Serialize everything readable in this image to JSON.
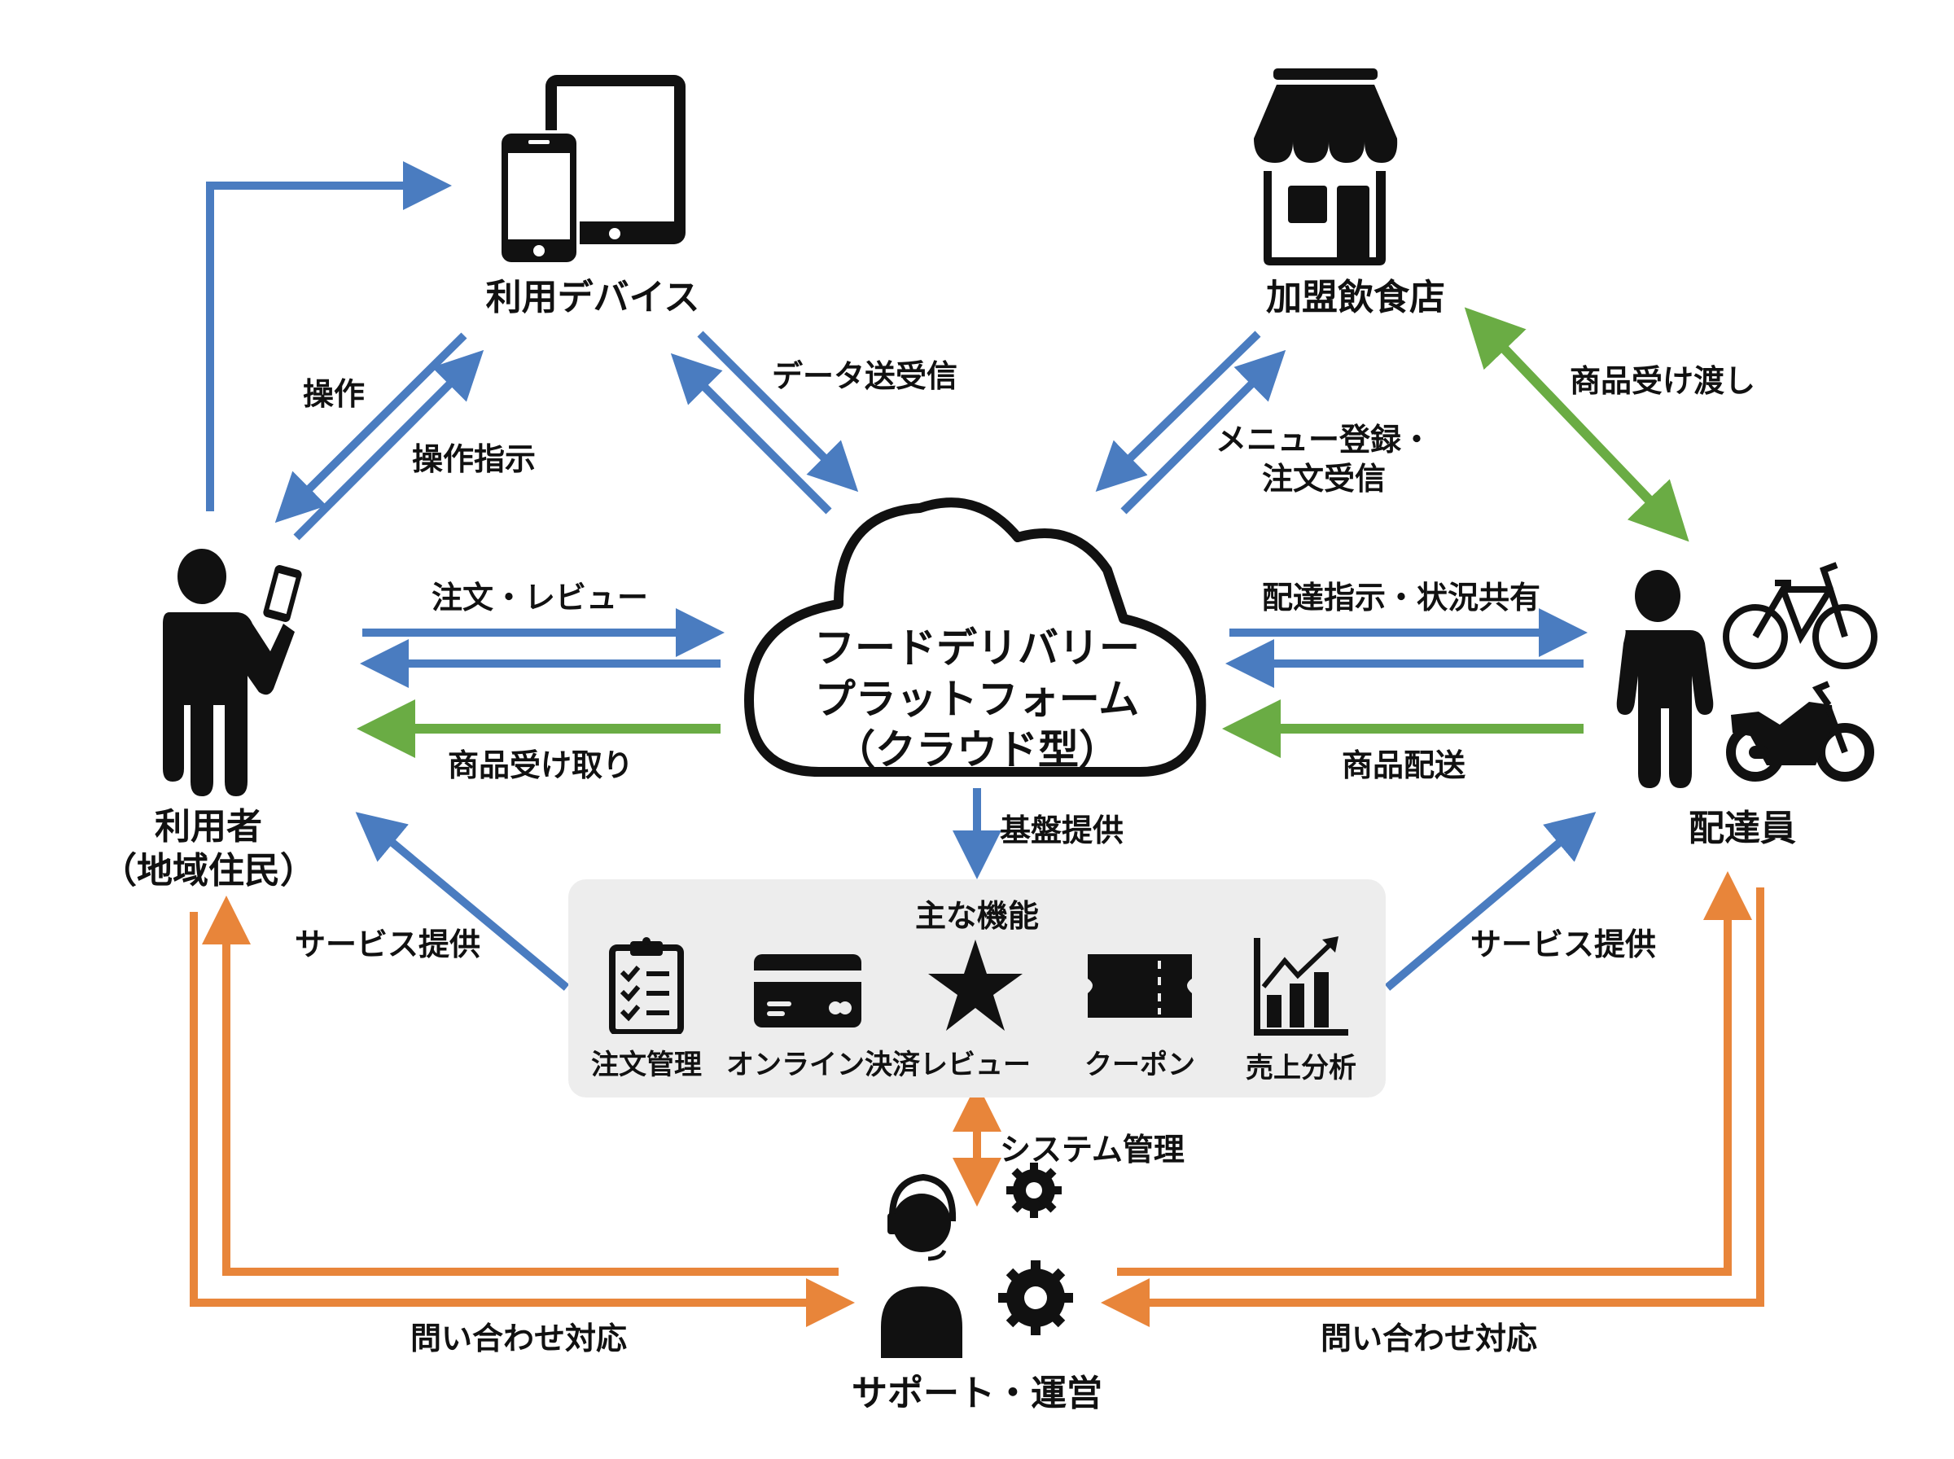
{
  "colors": {
    "blue": "#4a7cc0",
    "green": "#6aac44",
    "orange": "#e8853a",
    "black": "#111111",
    "panel": "#ededed"
  },
  "nodes": {
    "device": {
      "label": "利用デバイス",
      "icon": "smartphone-tablet-icon"
    },
    "restaurant": {
      "label": "加盟飲食店",
      "icon": "storefront-icon"
    },
    "user": {
      "label_line1": "利用者",
      "label_line2": "（地域住民）",
      "icon": "person-with-phone-icon"
    },
    "platform": {
      "line1": "フードデリバリー",
      "line2": "プラットフォーム",
      "line3": "（クラウド型）",
      "icon": "cloud-icon"
    },
    "courier": {
      "label": "配達員",
      "icon": "person-with-bicycle-motorcycle-icon"
    },
    "support": {
      "label": "サポート・運営",
      "icon": "headset-operator-gears-icon"
    }
  },
  "edges": {
    "user_to_device": {
      "label": "操作",
      "color": "blue"
    },
    "device_to_user": {
      "label": "操作指示",
      "color": "blue"
    },
    "device_platform": {
      "label": "データ送受信",
      "color": "blue"
    },
    "restaurant_platform": {
      "label_line1": "メニュー登録・",
      "label_line2": "注文受信",
      "color": "blue"
    },
    "restaurant_courier": {
      "label": "商品受け渡し",
      "color": "green"
    },
    "user_platform": {
      "label": "注文・レビュー",
      "color": "blue"
    },
    "platform_to_user_goods": {
      "label": "商品受け取り",
      "color": "green"
    },
    "platform_courier": {
      "label": "配達指示・状況共有",
      "color": "blue"
    },
    "courier_to_platform_goods": {
      "label": "商品配送",
      "color": "green"
    },
    "platform_to_features": {
      "label": "基盤提供",
      "color": "blue"
    },
    "features_to_user": {
      "label": "サービス提供",
      "color": "blue"
    },
    "features_to_courier": {
      "label": "サービス提供",
      "color": "blue"
    },
    "support_features": {
      "label": "システム管理",
      "color": "orange"
    },
    "support_user": {
      "label": "問い合わせ対応",
      "color": "orange"
    },
    "support_courier": {
      "label": "問い合わせ対応",
      "color": "orange"
    }
  },
  "features": {
    "title": "主な機能",
    "items": [
      {
        "label": "注文管理",
        "icon": "clipboard-checklist-icon"
      },
      {
        "label": "オンライン決済",
        "icon": "credit-card-icon"
      },
      {
        "label": "レビュー",
        "icon": "star-icon"
      },
      {
        "label": "クーポン",
        "icon": "ticket-icon"
      },
      {
        "label": "売上分析",
        "icon": "bar-chart-trend-icon"
      }
    ]
  }
}
